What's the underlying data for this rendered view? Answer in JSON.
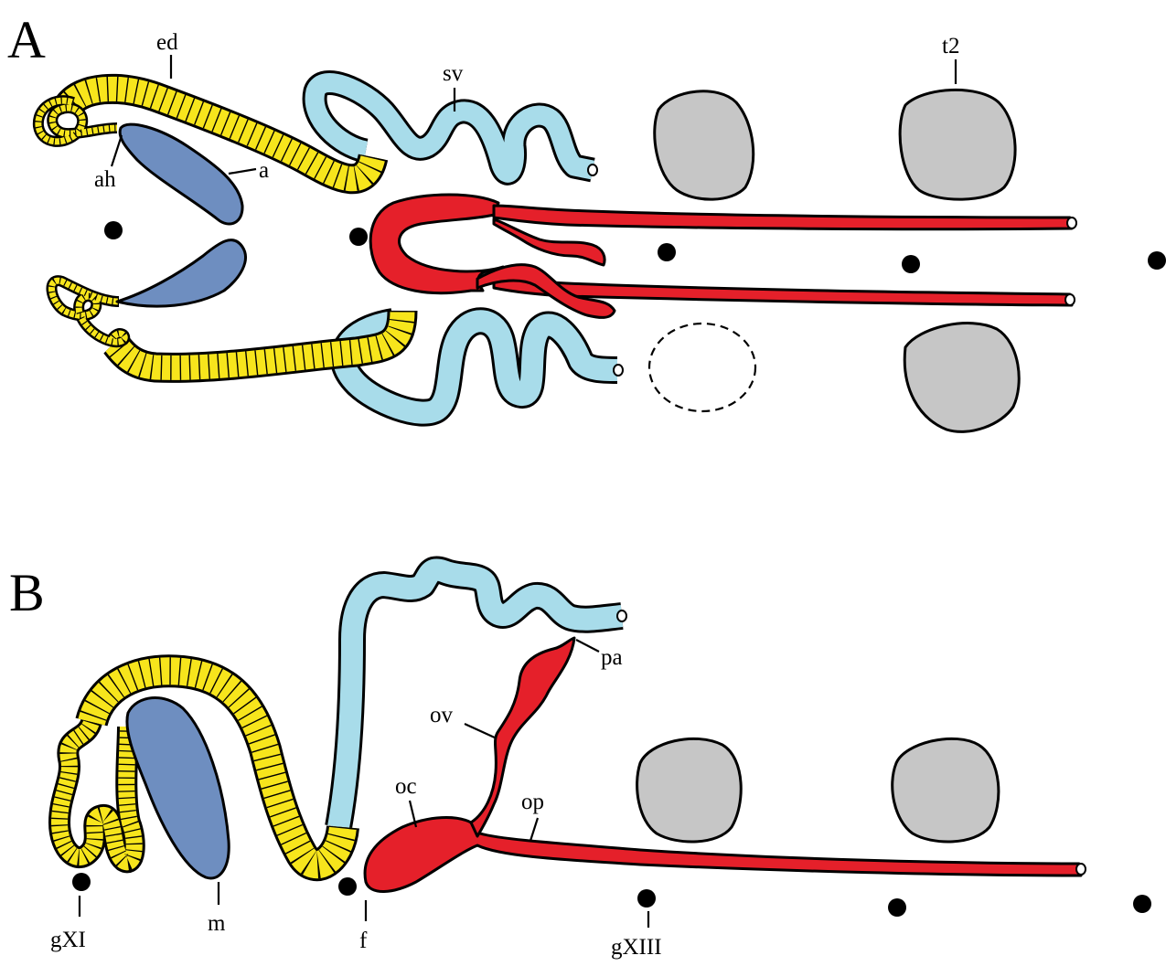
{
  "panels": [
    {
      "letter": "A",
      "labels": {
        "ed": "ed",
        "sv": "sv",
        "t2": "t2",
        "ah": "ah",
        "a": "a"
      }
    },
    {
      "letter": "B",
      "labels": {
        "pa": "pa",
        "ov": "ov",
        "oc": "oc",
        "op": "op",
        "gXI": "gXI",
        "m": "m",
        "f": "f",
        "gXIII": "gXIII"
      }
    }
  ],
  "colors": {
    "ejaculatory_duct": "#f7e51c",
    "seminal_vesicle": "#a8dcea",
    "atrium": "#6e8ec0",
    "ovary_oviduct": "#e5202a",
    "testis": "#c6c6c6",
    "outline": "#000000",
    "background": "#ffffff"
  }
}
